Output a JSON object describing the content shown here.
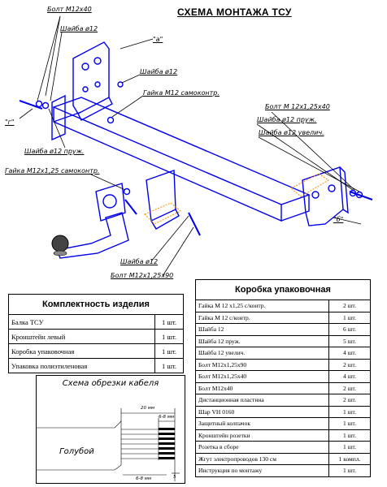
{
  "title": "СХЕМА МОНТАЖА ТСУ",
  "labels": {
    "bolt_m12x40": "Болт М12х40",
    "washer_12_top": "Шайба ø12",
    "view_a": "\"а\"",
    "washer_12_mid": "Шайба ø12",
    "nut_m12_self": "Гайка М12 самоконтр.",
    "view_g": "\"г\"",
    "washer_12_spring": "Шайба ø12 пруж.",
    "nut_m12x125_self": "Гайка М12х1,25 самоконтр.",
    "bolt_m12x125x40": "Болт М 12х1,25х40",
    "washer_12_spring_r": "Шайба ø12 пруж.",
    "washer_12_enl": "Шайба ø12 увелич.",
    "view_b": "\"б\"",
    "washer_12_bottom": "Шайба ø12",
    "bolt_m12x125x90": "Болт М12х1,25х90"
  },
  "kit": {
    "header": "Комплектность изделия",
    "rows": [
      {
        "name": "Балка ТСУ",
        "qty": "1 шт."
      },
      {
        "name": "Кронштейн левый",
        "qty": "1 шт."
      },
      {
        "name": "Коробка упаковочная",
        "qty": "1 шт."
      },
      {
        "name": "Упаковка полиэтиленовая",
        "qty": "1 шт."
      }
    ]
  },
  "box": {
    "header": "Коробка упаковочная",
    "rows": [
      {
        "name": "Гайка М 12 х1,25 с/контр.",
        "qty": "2 шт."
      },
      {
        "name": "Гайка М 12 с/контр.",
        "qty": "1 шт."
      },
      {
        "name": "Шайба 12",
        "qty": "6 шт."
      },
      {
        "name": "Шайба 12 пруж.",
        "qty": "5 шт."
      },
      {
        "name": "Шайба 12 увелич.",
        "qty": "4 шт."
      },
      {
        "name": "Болт М12х1,25х90",
        "qty": "2 шт."
      },
      {
        "name": "Болт М12х1,25х40",
        "qty": "4 шт."
      },
      {
        "name": "Болт М12х40",
        "qty": "2 шт."
      },
      {
        "name": "Дистанционная пластина",
        "qty": "2 шт."
      },
      {
        "name": "Шар VH 0160",
        "qty": "1 шт."
      },
      {
        "name": "Защитный колпачок",
        "qty": "1 шт."
      },
      {
        "name": "Кронштейн розетки",
        "qty": "1 шт."
      },
      {
        "name": "Розетка в сборе",
        "qty": "1 шт."
      },
      {
        "name": "Жгут электропроводов 130 см",
        "qty": "1 компл."
      },
      {
        "name": "Инструкция по монтажу",
        "qty": "1 шт."
      }
    ]
  },
  "cable": {
    "title": "Схема обрезки кабеля",
    "dim_20": "20 мм",
    "dim_6_8_top": "6-8 мм",
    "wire_label": "Голубой",
    "dim_6_8_bottom": "6-8 мм",
    "dim_5": "5"
  },
  "colors": {
    "line": "#0000ee",
    "ink": "#000000",
    "accent": "#ff8c00"
  }
}
